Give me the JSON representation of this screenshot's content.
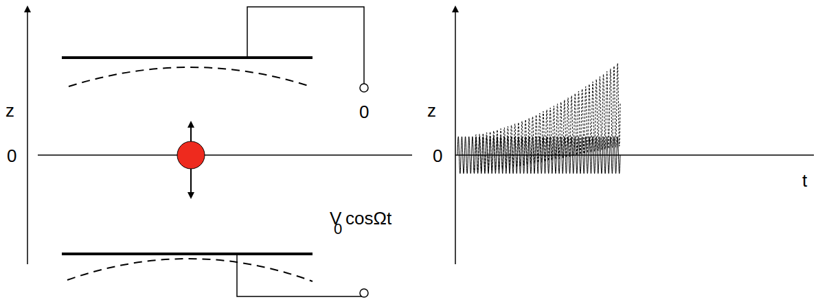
{
  "diagram": {
    "labels": [
      "z",
      "0",
      "0",
      "V",
      "0",
      "cosΩt",
      "z",
      "0",
      "t"
    ]
  }
}
